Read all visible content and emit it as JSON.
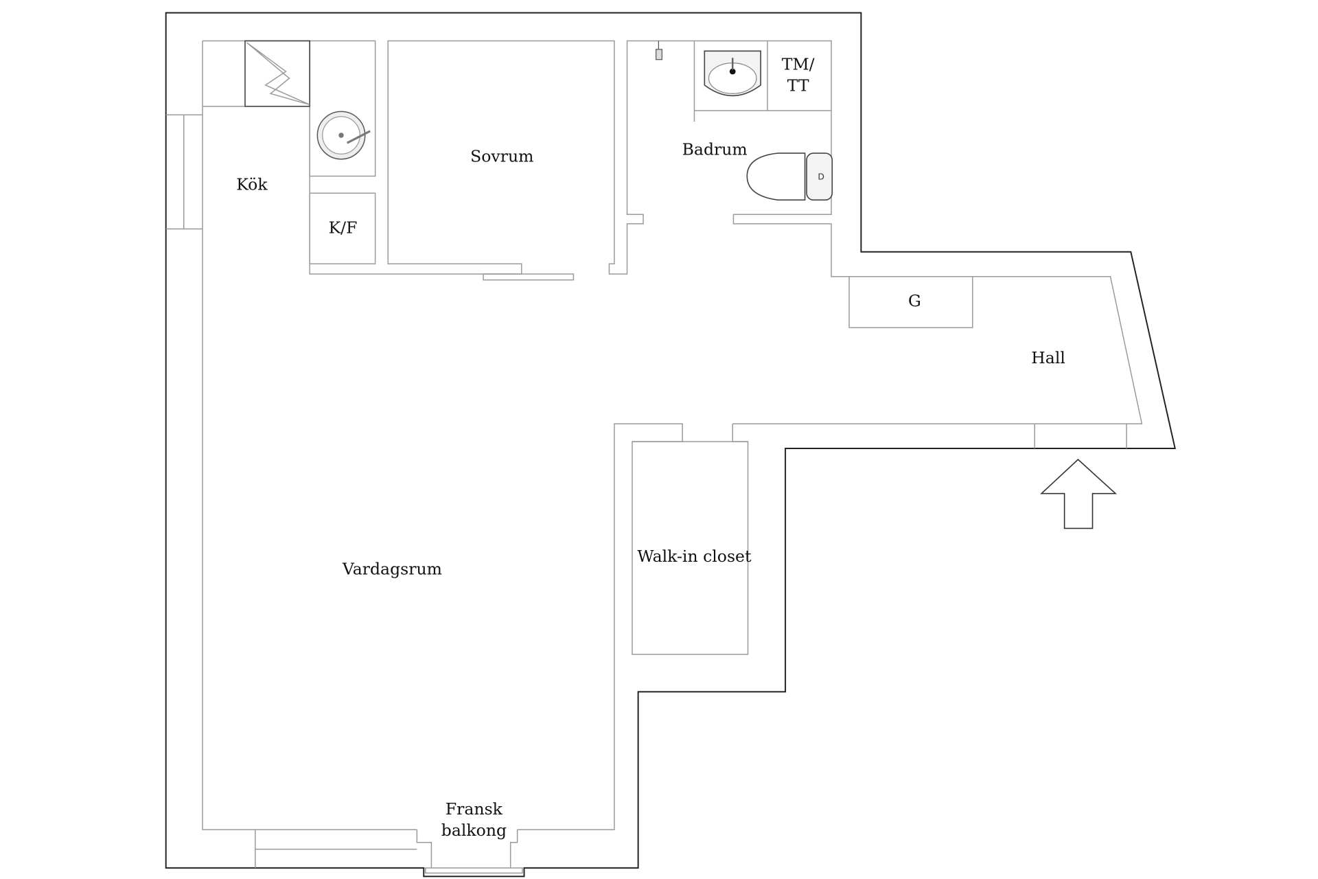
{
  "rooms": {
    "kok": "Kök",
    "kf": "K/F",
    "sovrum": "Sovrum",
    "badrum": "Badrum",
    "tmtt_line1": "TM/",
    "tmtt_line2": "TT",
    "g": "G",
    "hall": "Hall",
    "walkin": "Walk-in closet",
    "vardagsrum": "Vardagsrum",
    "balkong_line1": "Fransk",
    "balkong_line2": "balkong"
  },
  "icons": {
    "entrance": "entrance-arrow-icon",
    "stove": "stove-icon",
    "kitchen_sink": "kitchen-sink-icon",
    "bath_sink": "bathroom-sink-icon",
    "toilet": "toilet-icon",
    "shower": "shower-icon"
  },
  "colors": {
    "outer_wall": "#222222",
    "inner_wall": "#999999",
    "background": "#ffffff"
  }
}
